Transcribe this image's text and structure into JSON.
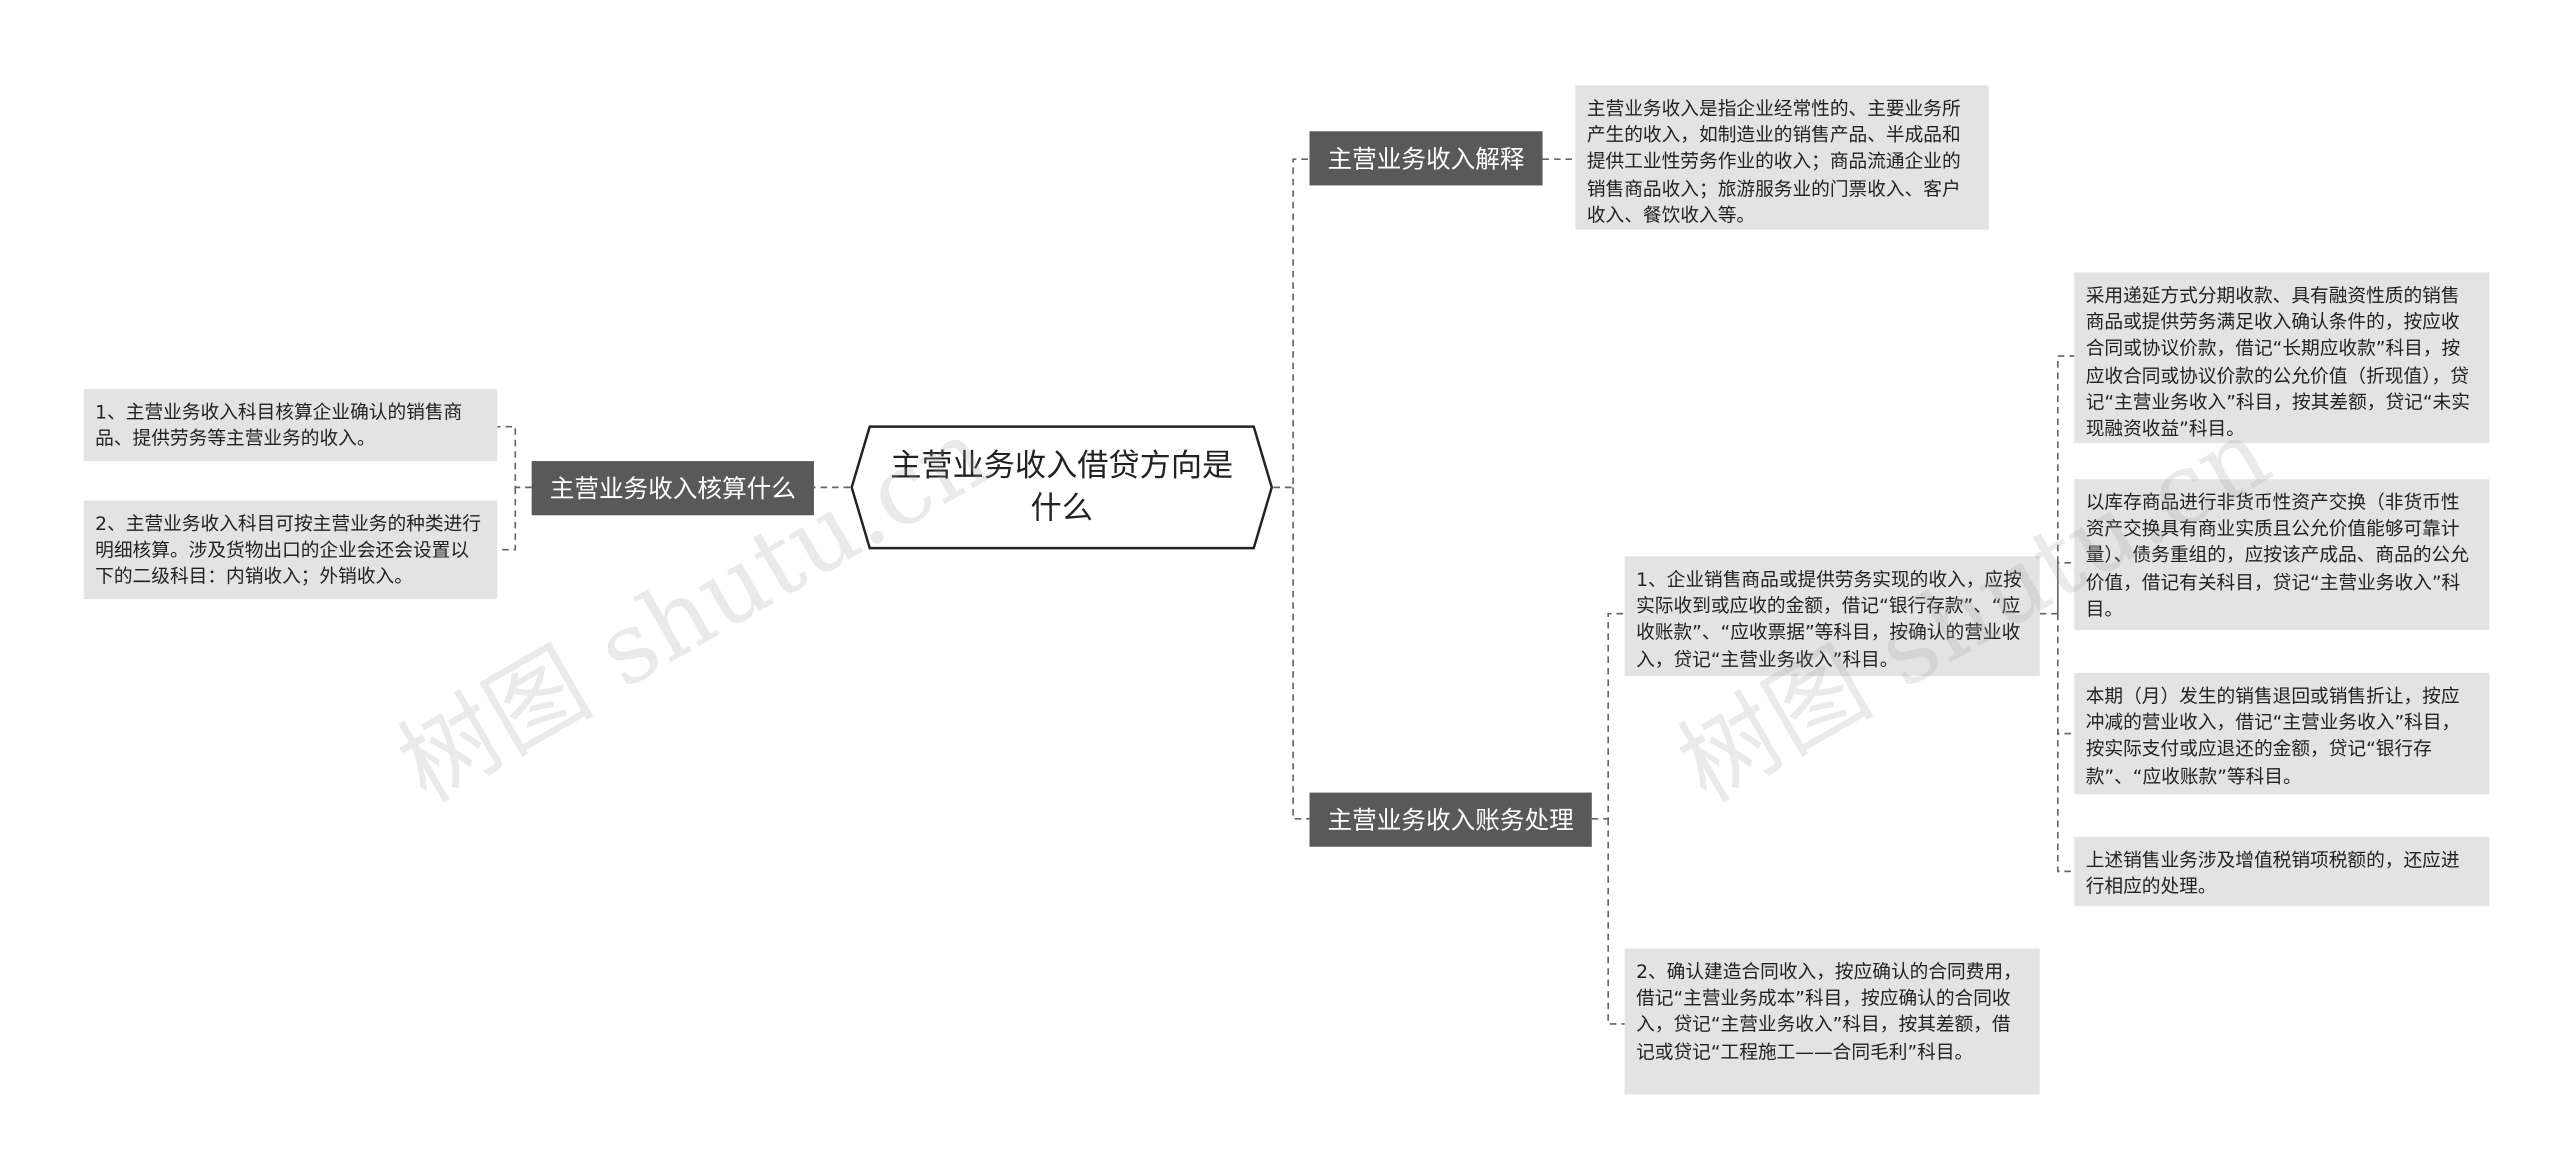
{
  "root": {
    "title": "主营业务收入借贷方向是什么"
  },
  "left": {
    "topic": "主营业务收入核算什么",
    "items": [
      "1、主营业务收入科目核算企业确认的销售商品、提供劳务等主营业务的收入。",
      "2、主营业务收入科目可按主营业务的种类进行明细核算。涉及货物出口的企业会还会设置以下的二级科目：内销收入；外销收入。"
    ]
  },
  "right": {
    "explain": {
      "topic": "主营业务收入解释",
      "text": "主营业务收入是指企业经常性的、主要业务所产生的收入，如制造业的销售产品、半成品和提供工业性劳务作业的收入；商品流通企业的销售商品收入；旅游服务业的门票收入、客户收入、餐饮收入等。"
    },
    "accounting": {
      "topic": "主营业务收入账务处理",
      "item1": {
        "text": "1、企业销售商品或提供劳务实现的收入，应按实际收到或应收的金额，借记“银行存款”、“应收账款”、“应收票据”等科目，按确认的营业收入，贷记“主营业务收入”科目。",
        "details": [
          "采用递延方式分期收款、具有融资性质的销售商品或提供劳务满足收入确认条件的，按应收合同或协议价款，借记“长期应收款”科目，按应收合同或协议价款的公允价值（折现值），贷记“主营业务收入”科目，按其差额，贷记“未实现融资收益”科目。",
          "以库存商品进行非货币性资产交换（非货币性资产交换具有商业实质且公允价值能够可靠计量）、债务重组的，应按该产成品、商品的公允价值，借记有关科目，贷记“主营业务收入”科目。",
          "本期（月）发生的销售退回或销售折让，按应冲减的营业收入，借记“主营业务收入”科目，按实际支付或应退还的金额，贷记“银行存款”、“应收账款”等科目。",
          "上述销售业务涉及增值税销项税额的，还应进行相应的处理。"
        ]
      },
      "item2": {
        "text": "2、确认建造合同收入，按应确认的合同费用，借记“主营业务成本”科目，按应确认的合同收入，贷记“主营业务收入”科目，按其差额，借记或贷记“工程施工——合同毛利”科目。"
      }
    }
  },
  "watermarks": [
    "树图 shutu.cn",
    "树图 shutu.cn"
  ]
}
